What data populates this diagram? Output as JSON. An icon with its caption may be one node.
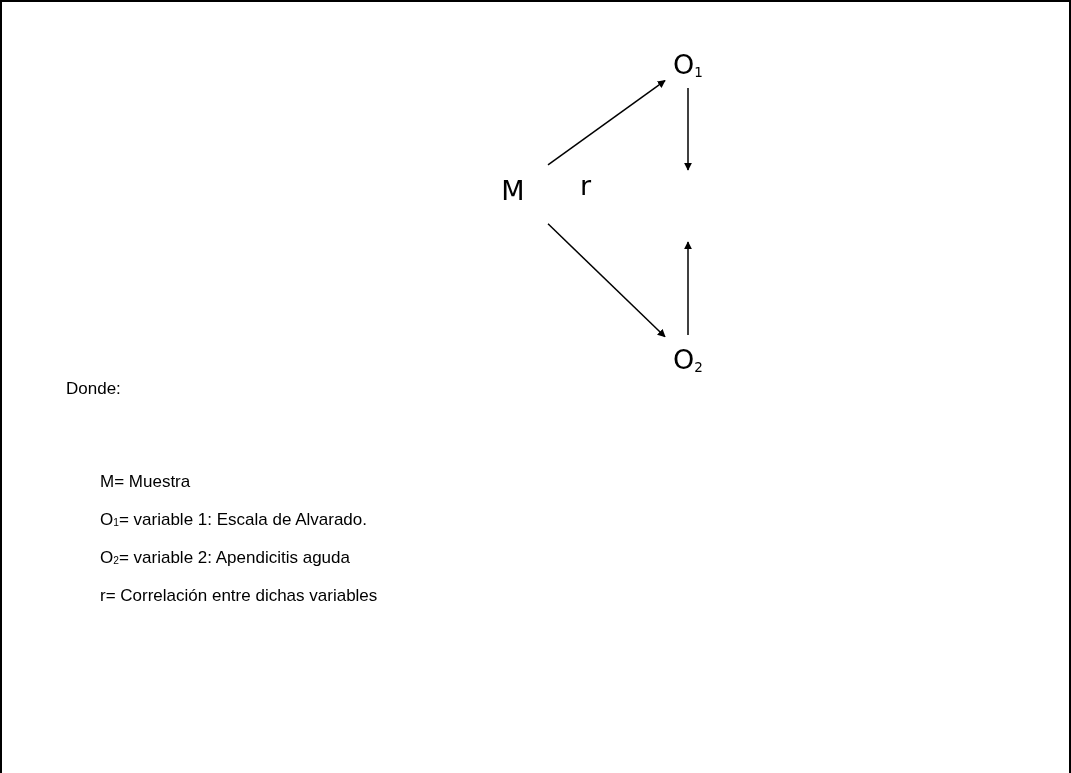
{
  "diagram": {
    "nodes": [
      {
        "text": [
          "M"
        ]
      },
      {
        "text": [
          "O$_{1}$"
        ]
      },
      {
        "text": [
          "O$_{2}$"
        ]
      }
    ],
    "edges": [
      {
        "from": 0,
        "to": 1,
        "arrow": "to"
      },
      {
        "from": 0,
        "to": 2,
        "arrow": "to"
      },
      {
        "from": 1,
        "to": null,
        "arrow": "to"
      },
      {
        "from": 2,
        "to": null,
        "arrow": "to"
      }
    ],
    "labels": [
      "r",
      "Donde:",
      "M= Muestra",
      "O$_{1}$= variable 1: Escala de Alvarado.",
      "O$_{2}$= variable 2: Apendicitis aguda",
      "r= Correlación entre dichas variables"
    ]
  }
}
